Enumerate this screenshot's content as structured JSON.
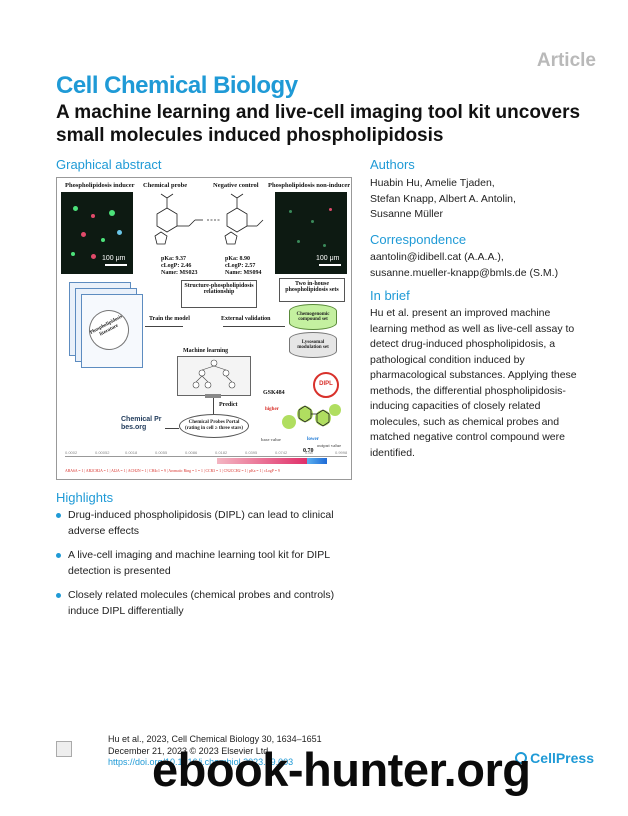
{
  "article_tag": "Article",
  "journal": "Cell Chemical Biology",
  "title": "A machine learning and live-cell imaging tool kit uncovers small molecules induced phospholipidosis",
  "graphical_abstract": {
    "heading": "Graphical abstract",
    "col_heads": [
      "Phospholipidosis inducer",
      "Chemical probe",
      "Negative control",
      "Phospholipidosis non-inducer"
    ],
    "scale_bar": "100 μm",
    "probe": {
      "pka": "pKa: 9.37",
      "clogp": "cLogP: 2.46",
      "name": "Name: MS023"
    },
    "control": {
      "pka": "pKa: 8.90",
      "clogp": "cLogP: 2.57",
      "name": "Name: MS094"
    },
    "spr": "Structure-phospholipidosis relationship",
    "two_sets": "Two in-house phospholipidosis sets",
    "chemogenomic": "Chemogenomic compound set",
    "lysosomal": "Lysosomal modulation set",
    "pl_lit": "Phospholipidosis literature",
    "train": "Train the model",
    "ext_val": "External validation",
    "ml": "Machine learning",
    "predict": "Predict",
    "portal": "Chemical Probes Portal (rating in cell ≥ three stars)",
    "cp_logo": "Chemical Pr bes.org",
    "gsk": "GSK484",
    "dipl": "DIPL",
    "higher": "higher",
    "lower": "lower",
    "base_value": "base value",
    "output_value": "output value",
    "output_num": "0.70",
    "axis_ticks": [
      "0.0002",
      "0.00052",
      "0.0018",
      "0.0055",
      "0.0086",
      "0.0182",
      "0.0395",
      "0.0742",
      "0.88",
      "0.9998"
    ],
    "features": "ABA6A = 1 | AB2CH2A = 1 | AI2A = 1 | ACH2N = 1 | CH4c1 = 9 | Aromatic Ring = 1 = 1 | CCR3 = 1 | CN2CCH2 = 1 | pKa = 1 | cLogP = 9"
  },
  "authors": {
    "heading": "Authors",
    "lines": [
      "Huabin Hu, Amelie Tjaden,",
      "Stefan Knapp, Albert A. Antolin,",
      "Susanne Müller"
    ]
  },
  "correspondence": {
    "heading": "Correspondence",
    "lines": [
      "aantolin@idibell.cat (A.A.A.),",
      "susanne.mueller-knapp@bmls.de (S.M.)"
    ]
  },
  "in_brief": {
    "heading": "In brief",
    "text": "Hu et al. present an improved machine learning method as well as live-cell assay to detect drug-induced phospholipidosis, a pathological condition induced by pharmacological substances. Applying these methods, the differential phospholipidosis-inducing capacities of closely related molecules, such as chemical probes and matched negative control compound were identified."
  },
  "highlights": {
    "heading": "Highlights",
    "items": [
      "Drug-induced phospholipidosis (DIPL) can lead to clinical adverse effects",
      "A live-cell imaging and machine learning tool kit for DIPL detection is presented",
      "Closely related molecules (chemical probes and controls) induce DIPL differentially"
    ]
  },
  "footer": {
    "line1": "Hu et al., 2023, Cell Chemical Biology 30, 1634–1651",
    "line2": "December 21, 2023 © 2023 Elsevier Ltd.",
    "doi": "https://doi.org/10.1016/j.chembiol.2023.09.003"
  },
  "publisher": "CellPress",
  "watermark": "ebook-hunter.org",
  "colors": {
    "accent": "#1f9ad6",
    "dipl_red": "#d8312b",
    "molecule_green": "#8fd11e"
  }
}
